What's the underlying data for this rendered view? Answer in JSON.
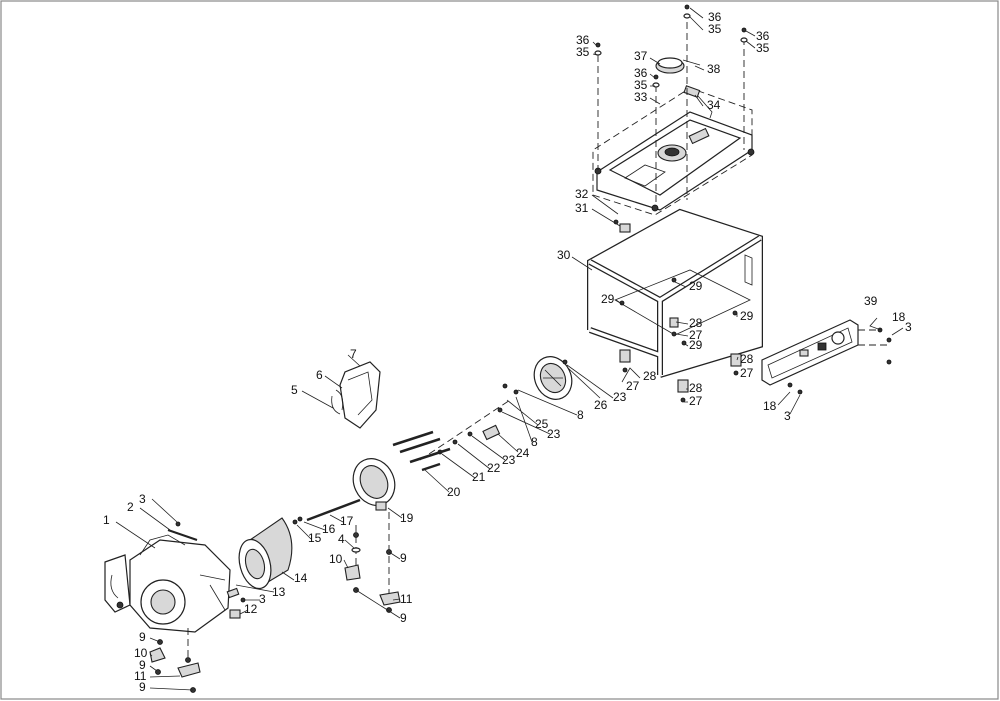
{
  "diagram": {
    "title": "Generator exploded parts diagram",
    "labels": [
      "36",
      "35",
      "36",
      "35",
      "36",
      "35",
      "37",
      "38",
      "36",
      "35",
      "33",
      "34",
      "32",
      "31",
      "30",
      "29",
      "29",
      "29",
      "28",
      "27",
      "29",
      "28",
      "27",
      "28",
      "27",
      "28",
      "27",
      "39",
      "18",
      "3",
      "18",
      "3",
      "26",
      "23",
      "8",
      "25",
      "23",
      "8",
      "24",
      "23",
      "22",
      "21",
      "20",
      "19",
      "17",
      "16",
      "15",
      "4",
      "9",
      "10",
      "11",
      "9",
      "7",
      "6",
      "5",
      "3",
      "2",
      "1",
      "14",
      "13",
      "3",
      "12",
      "9",
      "10",
      "9",
      "11",
      "9"
    ]
  }
}
